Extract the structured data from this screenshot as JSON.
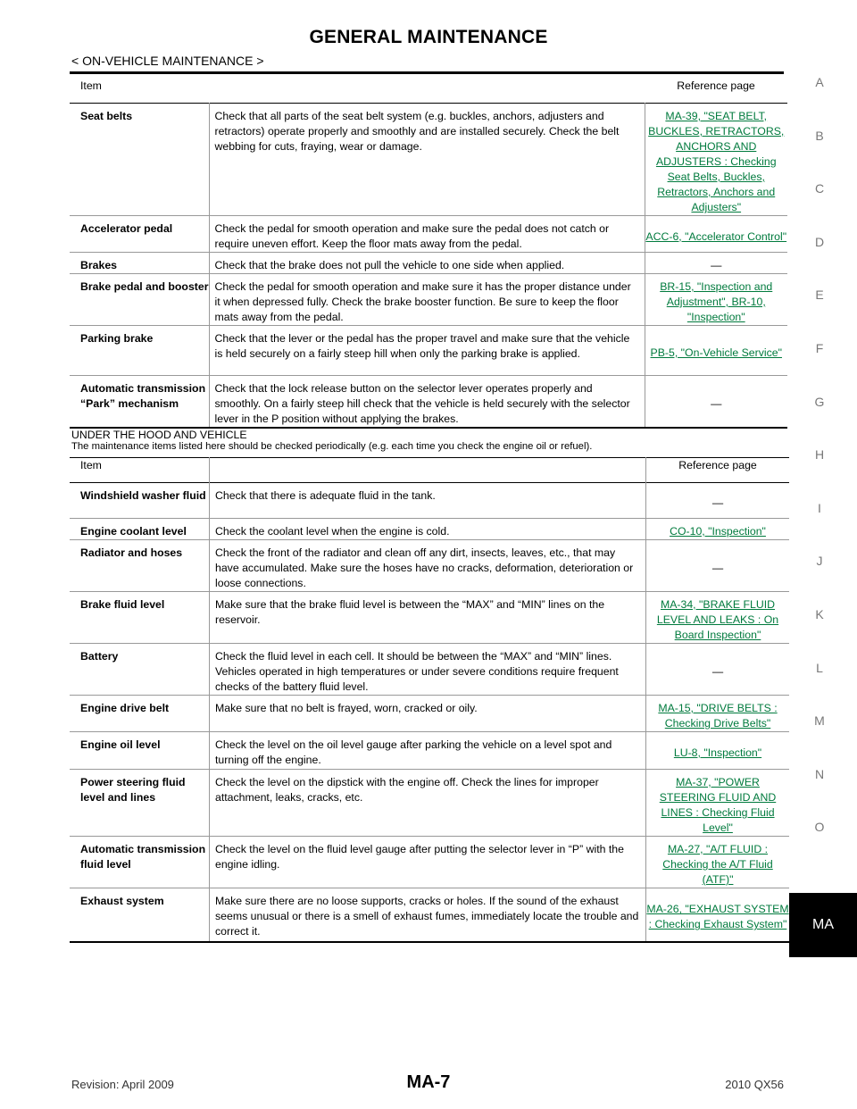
{
  "header": {
    "title": "GENERAL MAINTENANCE",
    "subtitle": "< ON-VEHICLE MAINTENANCE >"
  },
  "table1": {
    "col_item": "Item",
    "col_ref": "Reference page",
    "rows": [
      {
        "item": "Seat belts",
        "desc": "Check that all parts of the seat belt system (e.g. buckles, anchors, adjusters and retractors) operate properly and smoothly and are installed securely. Check the belt webbing for cuts, fraying, wear or damage.",
        "ref": "MA-39, \"SEAT BELT, BUCKLES, RETRACTORS, ANCHORS AND ADJUSTERS : Checking Seat Belts, Buckles, Retractors, Anchors and Adjusters\""
      },
      {
        "item": "Accelerator pedal",
        "desc": "Check the pedal for smooth operation and make sure the pedal does not catch or require uneven effort. Keep the floor mats away from the pedal.",
        "ref": "ACC-6, \"Accelerator Control\""
      },
      {
        "item": "Brakes",
        "desc": "Check that the brake does not pull the vehicle to one side when applied.",
        "ref": "—"
      },
      {
        "item": "Brake pedal and booster",
        "desc": "Check the pedal for smooth operation and make sure it has the proper distance under it when depressed fully. Check the brake booster function. Be sure to keep the floor mats away from the pedal.",
        "ref": "BR-15, \"Inspection and Adjustment\", BR-10, \"Inspection\""
      },
      {
        "item": "Parking brake",
        "desc": "Check that the lever or the pedal has the proper travel and make sure that the vehicle is held securely on a fairly steep hill when only the parking brake is applied.",
        "ref": "PB-5, \"On-Vehicle Service\""
      },
      {
        "item": "Automatic transmission “Park” mechanism",
        "desc": "Check that the lock release button on the selector lever operates properly and smoothly. On a fairly steep hill check that the vehicle is held securely with the selector lever in the P position without applying the brakes.",
        "ref": "—"
      }
    ]
  },
  "section2": {
    "title": "UNDER THE HOOD AND VEHICLE",
    "note": "The maintenance items listed here should be checked periodically (e.g. each time you check the engine oil or refuel)."
  },
  "table2": {
    "col_item": "Item",
    "col_ref": "Reference page",
    "rows": [
      {
        "item": "Windshield washer fluid",
        "desc": "Check that there is adequate fluid in the tank.",
        "ref": "—"
      },
      {
        "item": "Engine coolant level",
        "desc": "Check the coolant level when the engine is cold.",
        "ref": "CO-10, \"Inspection\""
      },
      {
        "item": "Radiator and hoses",
        "desc": "Check the front of the radiator and clean off any dirt, insects, leaves, etc., that may have accumulated. Make sure the hoses have no cracks, deformation, deterioration or loose connections.",
        "ref": "—"
      },
      {
        "item": "Brake fluid level",
        "desc": "Make sure that the brake fluid level is between the “MAX” and “MIN” lines on the reservoir.",
        "ref": "MA-34, \"BRAKE FLUID LEVEL AND LEAKS : On Board Inspection\""
      },
      {
        "item": "Battery",
        "desc": "Check the fluid level in each cell. It should be between the “MAX” and “MIN” lines. Vehicles operated in high temperatures or under severe conditions require frequent checks of the battery fluid level.",
        "ref": "—"
      },
      {
        "item": "Engine drive belt",
        "desc": "Make sure that no belt is frayed, worn, cracked or oily.",
        "ref": "MA-15, \"DRIVE BELTS : Checking Drive Belts\""
      },
      {
        "item": "Engine oil level",
        "desc": "Check the level on the oil level gauge after parking the vehicle on a level spot and turning off the engine.",
        "ref": "LU-8, \"Inspection\""
      },
      {
        "item": "Power steering fluid level and lines",
        "desc": "Check the level on the dipstick with the engine off. Check the lines for improper attachment, leaks, cracks, etc.",
        "ref": "MA-37, \"POWER STEERING FLUID AND LINES : Checking Fluid Level\""
      },
      {
        "item": "Automatic transmission fluid level",
        "desc": "Check the level on the fluid level gauge after putting the selector lever in “P” with the engine idling.",
        "ref": "MA-27, \"A/T FLUID : Checking the A/T Fluid (ATF)\""
      },
      {
        "item": "Exhaust system",
        "desc": "Make sure there are no loose supports, cracks or holes. If the sound of the exhaust seems unusual or there is a smell of exhaust fumes, immediately locate the trouble and correct it.",
        "ref": "MA-26, \"EXHAUST SYSTEM : Checking Exhaust System\""
      }
    ]
  },
  "side_tabs": [
    "A",
    "B",
    "C",
    "D",
    "E",
    "F",
    "G",
    "H",
    "I",
    "J",
    "K",
    "L",
    "M",
    "N",
    "O"
  ],
  "active_tab": "MA",
  "footer": {
    "revision": "Revision: April 2009",
    "page": "MA-7",
    "model": "2010 QX56"
  },
  "colors": {
    "link": "#007a3d"
  }
}
